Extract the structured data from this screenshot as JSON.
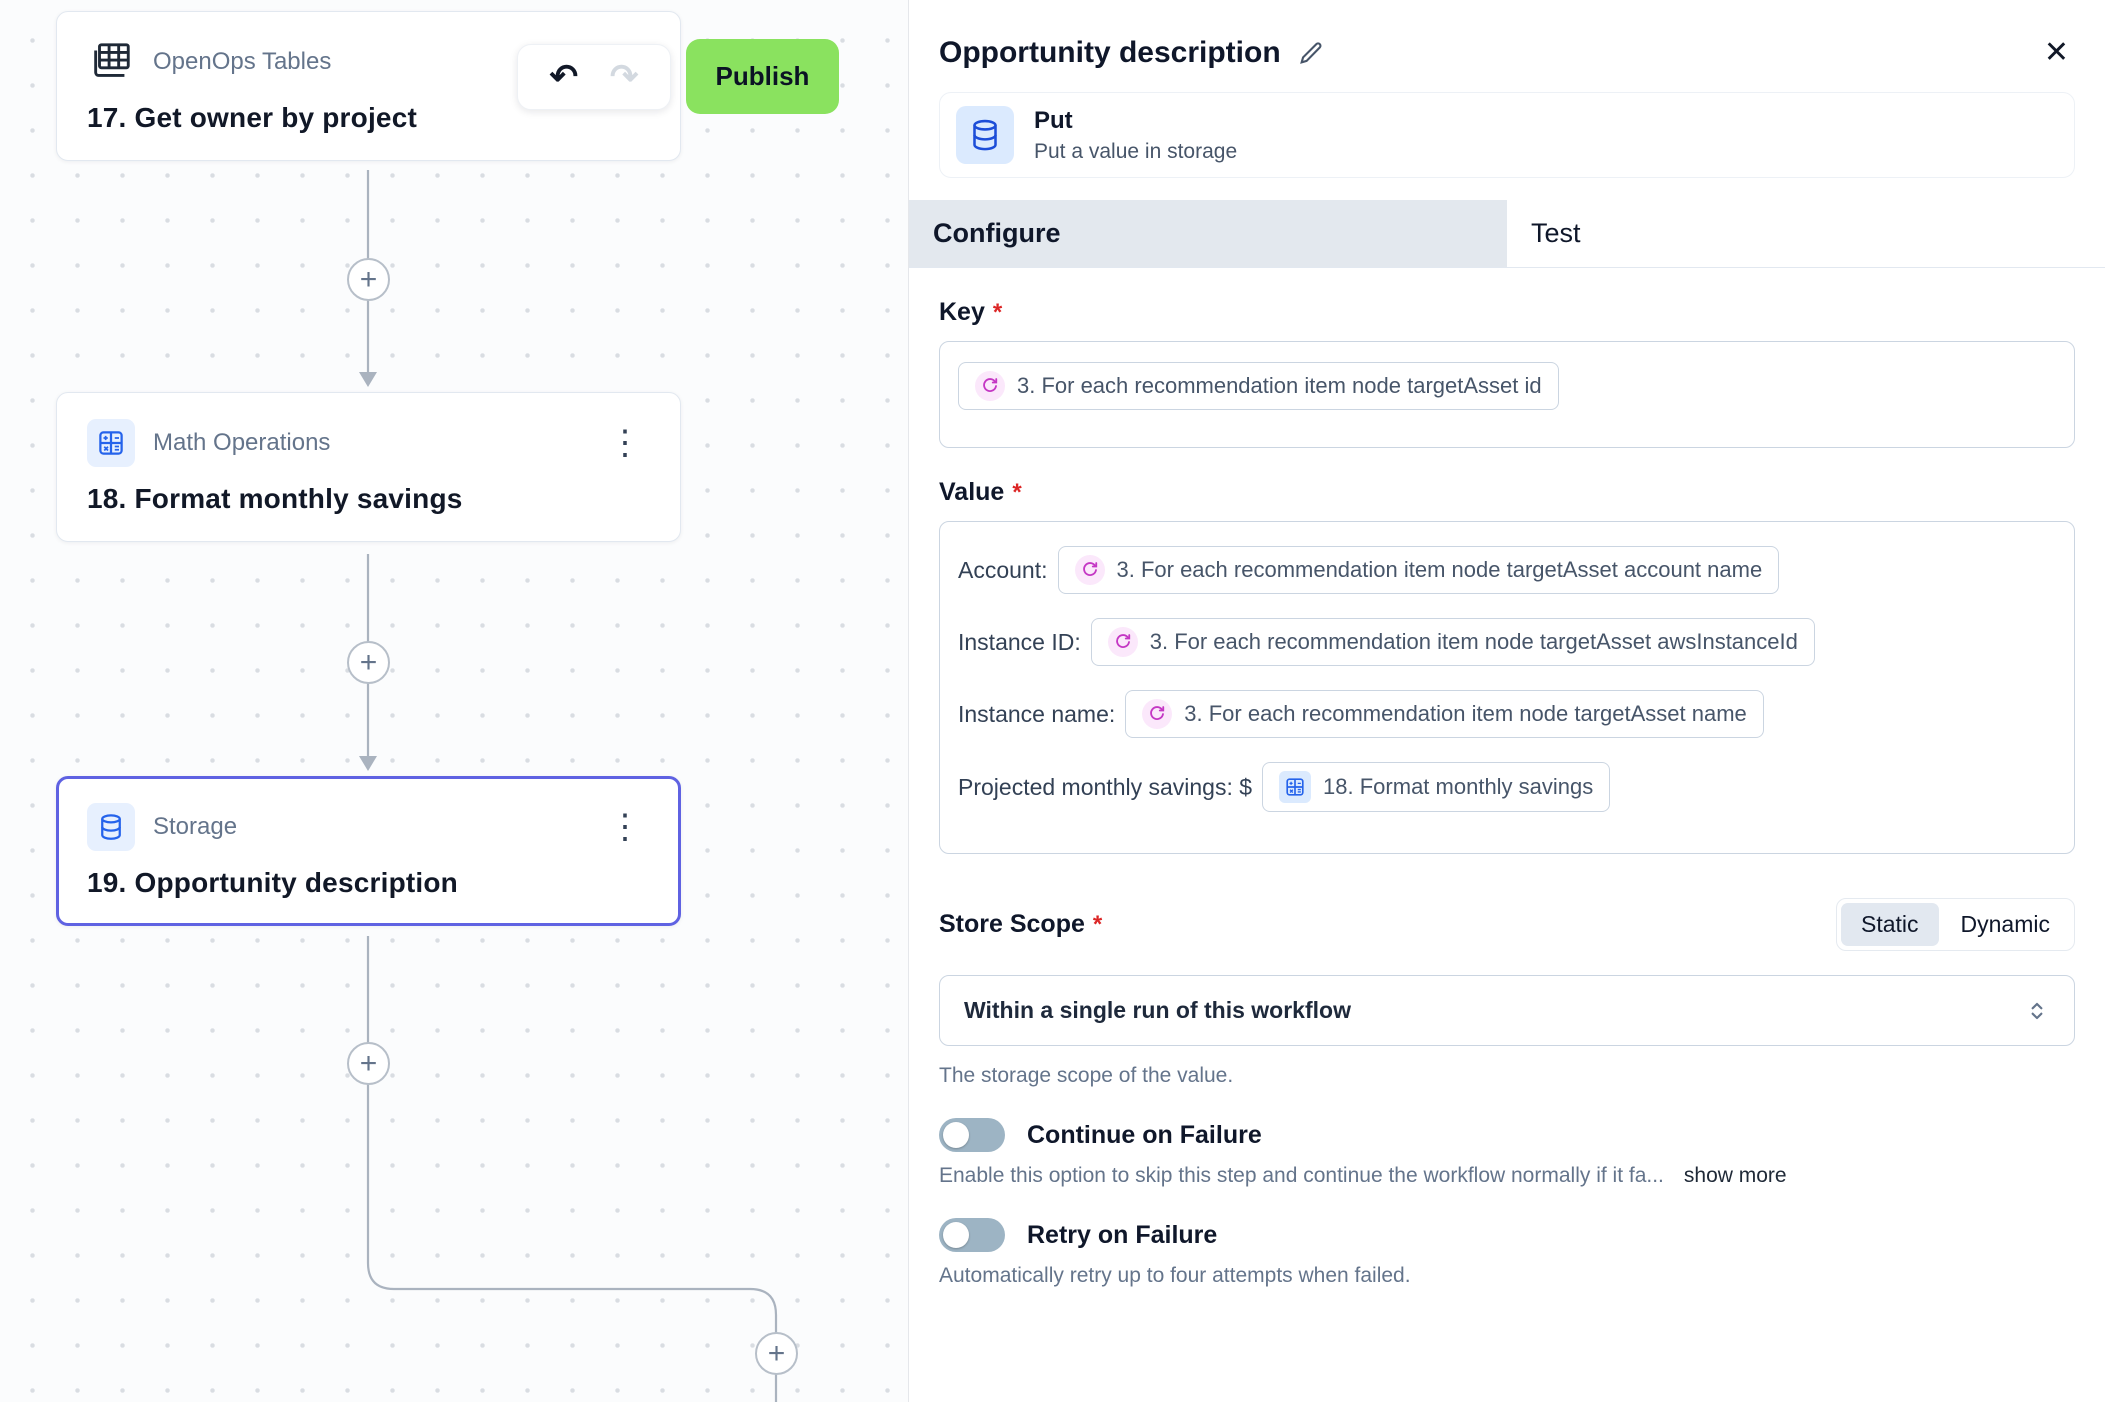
{
  "icons": {
    "close": "✕",
    "dots": "⋮",
    "plus": "+",
    "undo": "↶",
    "redo": "↷"
  },
  "ui": {
    "required": "*"
  },
  "canvas": {
    "publish_label": "Publish",
    "nodes": [
      {
        "app": "OpenOps Tables",
        "title": "17. Get owner by project"
      },
      {
        "app": "Math Operations",
        "title": "18. Format monthly savings"
      },
      {
        "app": "Storage",
        "title": "19. Opportunity description"
      }
    ]
  },
  "panel": {
    "title": "Opportunity description",
    "step": {
      "name": "Put",
      "description": "Put a value in storage"
    },
    "tabs": [
      {
        "label": "Configure"
      },
      {
        "label": "Test"
      }
    ],
    "form": {
      "key": {
        "label": "Key",
        "token": "3. For each recommendation item node targetAsset id"
      },
      "value": {
        "label": "Value",
        "lines": [
          {
            "prefix": "Account:",
            "token": "3. For each recommendation item node targetAsset account name"
          },
          {
            "prefix": "Instance ID:",
            "token": "3. For each recommendation item node targetAsset awsInstanceId"
          },
          {
            "prefix": "Instance name:",
            "token": "3. For each recommendation item node targetAsset name"
          },
          {
            "prefix": "Projected monthly savings: $",
            "token": "18. Format monthly savings"
          }
        ]
      },
      "store_scope": {
        "label": "Store Scope",
        "options": [
          "Static",
          "Dynamic"
        ],
        "selected": "Static",
        "value": "Within a single run of this workflow",
        "help": "The storage scope of the value."
      },
      "continue_on_failure": {
        "label": "Continue on Failure",
        "help": "Enable this option to skip this step and continue the workflow normally if it fa...",
        "show_more": "show more",
        "enabled": false
      },
      "retry_on_failure": {
        "label": "Retry on Failure",
        "help": "Automatically retry up to four attempts when failed.",
        "enabled": false
      }
    }
  }
}
